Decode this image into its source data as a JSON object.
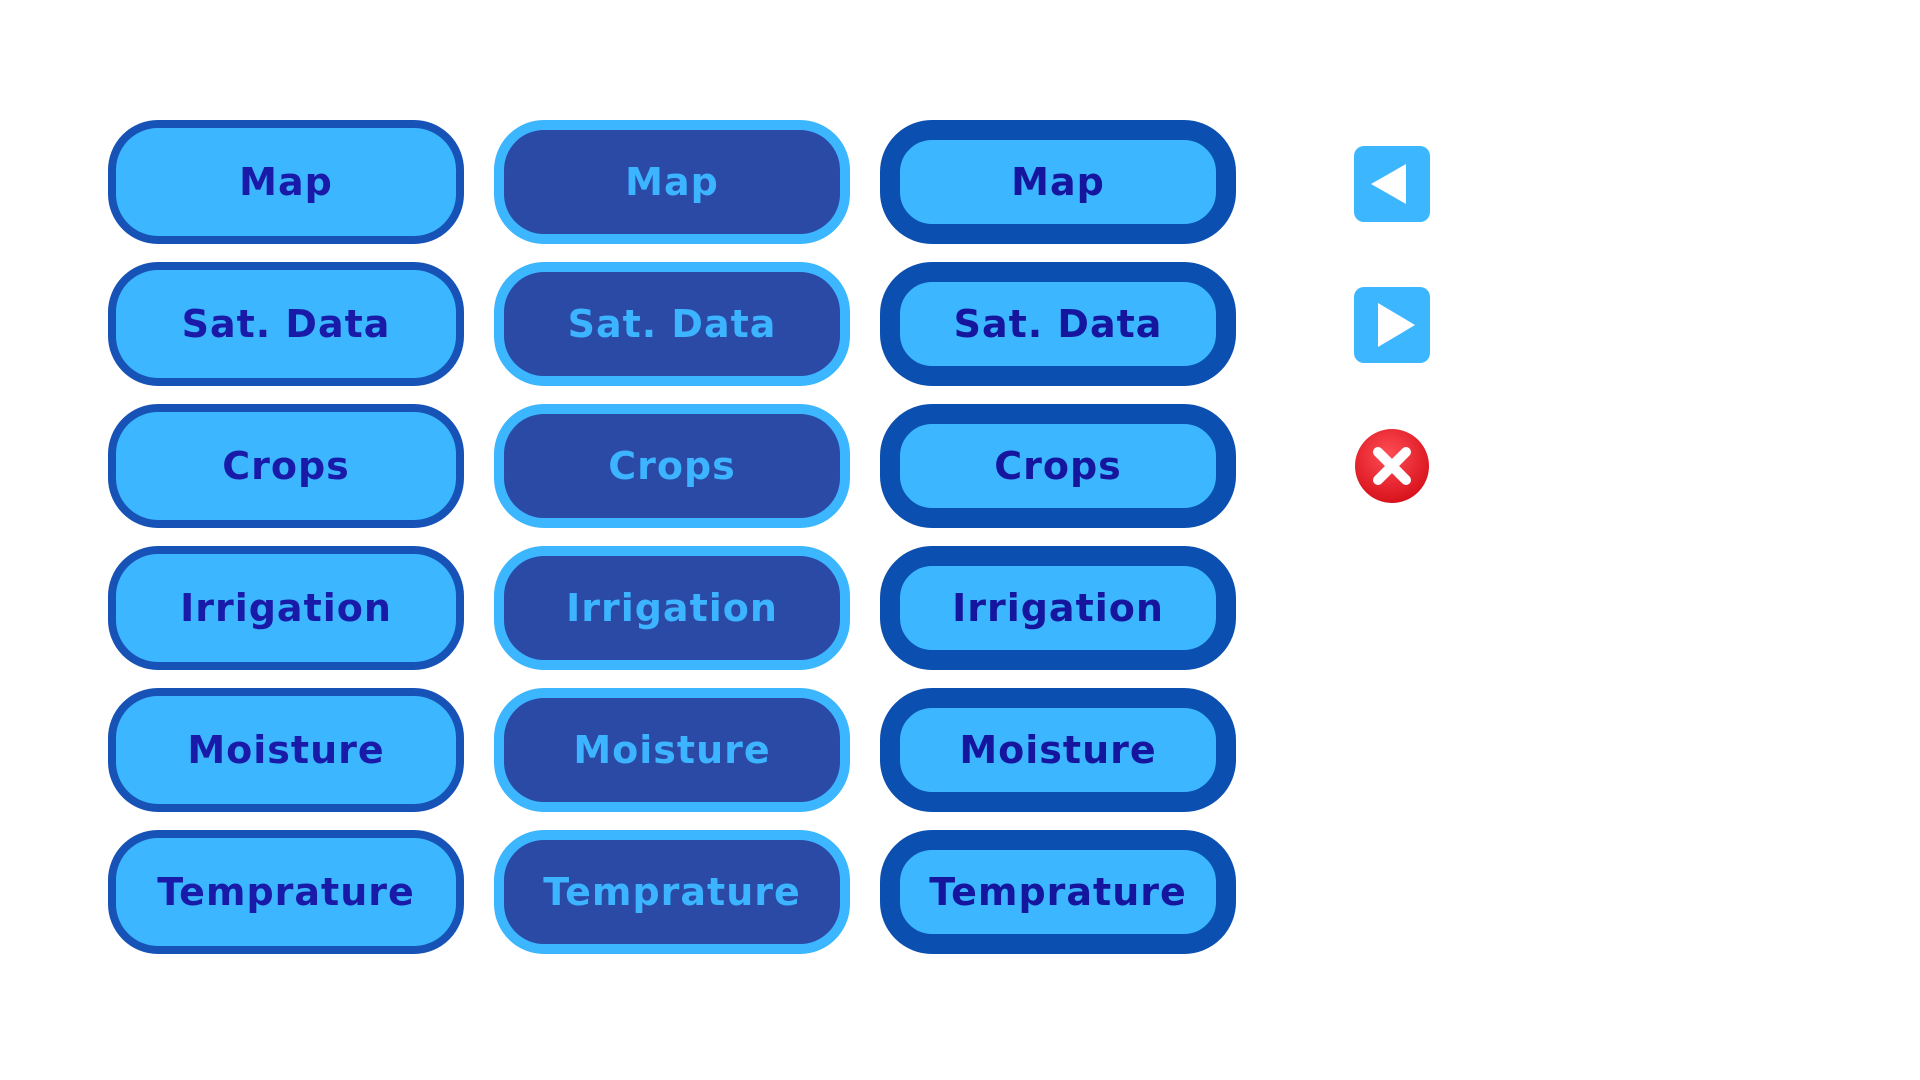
{
  "buttons": {
    "labels": [
      "Map",
      "Sat. Data",
      "Crops",
      "Irrigation",
      "Moisture",
      "Temprature"
    ]
  },
  "icons": {
    "prev": "triangle-left-icon",
    "next": "triangle-right-icon",
    "close": "close-circle-icon"
  },
  "colors": {
    "light_blue": "#3bb6ff",
    "dark_navy": "#2a4aa6",
    "border_blue": "#1753b6",
    "text_navy": "#1a1aa8",
    "close_red": "#e8202a"
  }
}
